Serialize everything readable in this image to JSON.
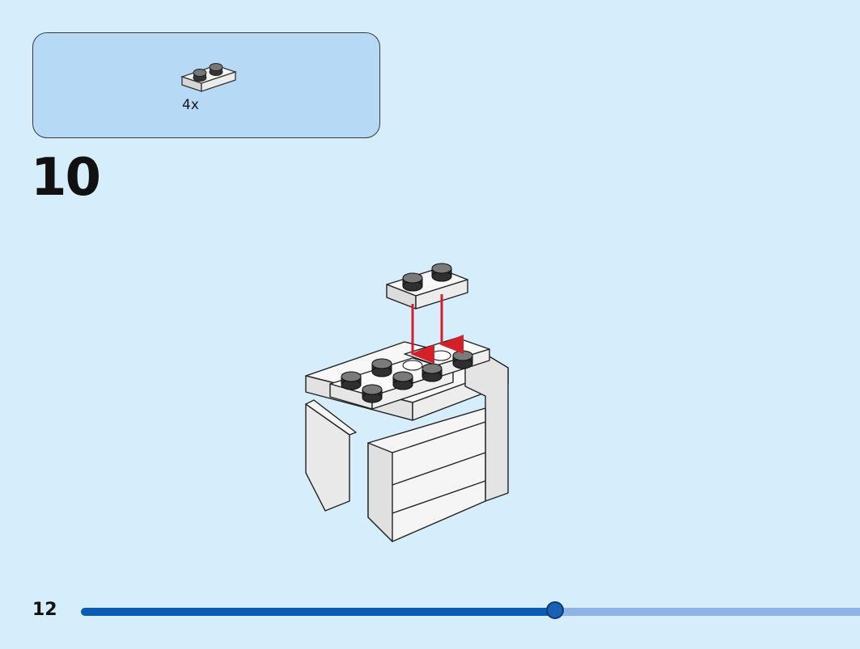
{
  "parts": {
    "items": [
      {
        "icon": "white-1x2-plate-icon",
        "quantity": "4x"
      }
    ]
  },
  "step": {
    "number": "10"
  },
  "page": {
    "number": "12"
  },
  "progress": {
    "fraction": 0.609
  },
  "colors": {
    "background": "#d6edfb",
    "parts_box": "#b6d9f5",
    "arrow": "#d32029",
    "progress_fill": "#0a5cb1",
    "progress_track": "#8fb3e6"
  }
}
